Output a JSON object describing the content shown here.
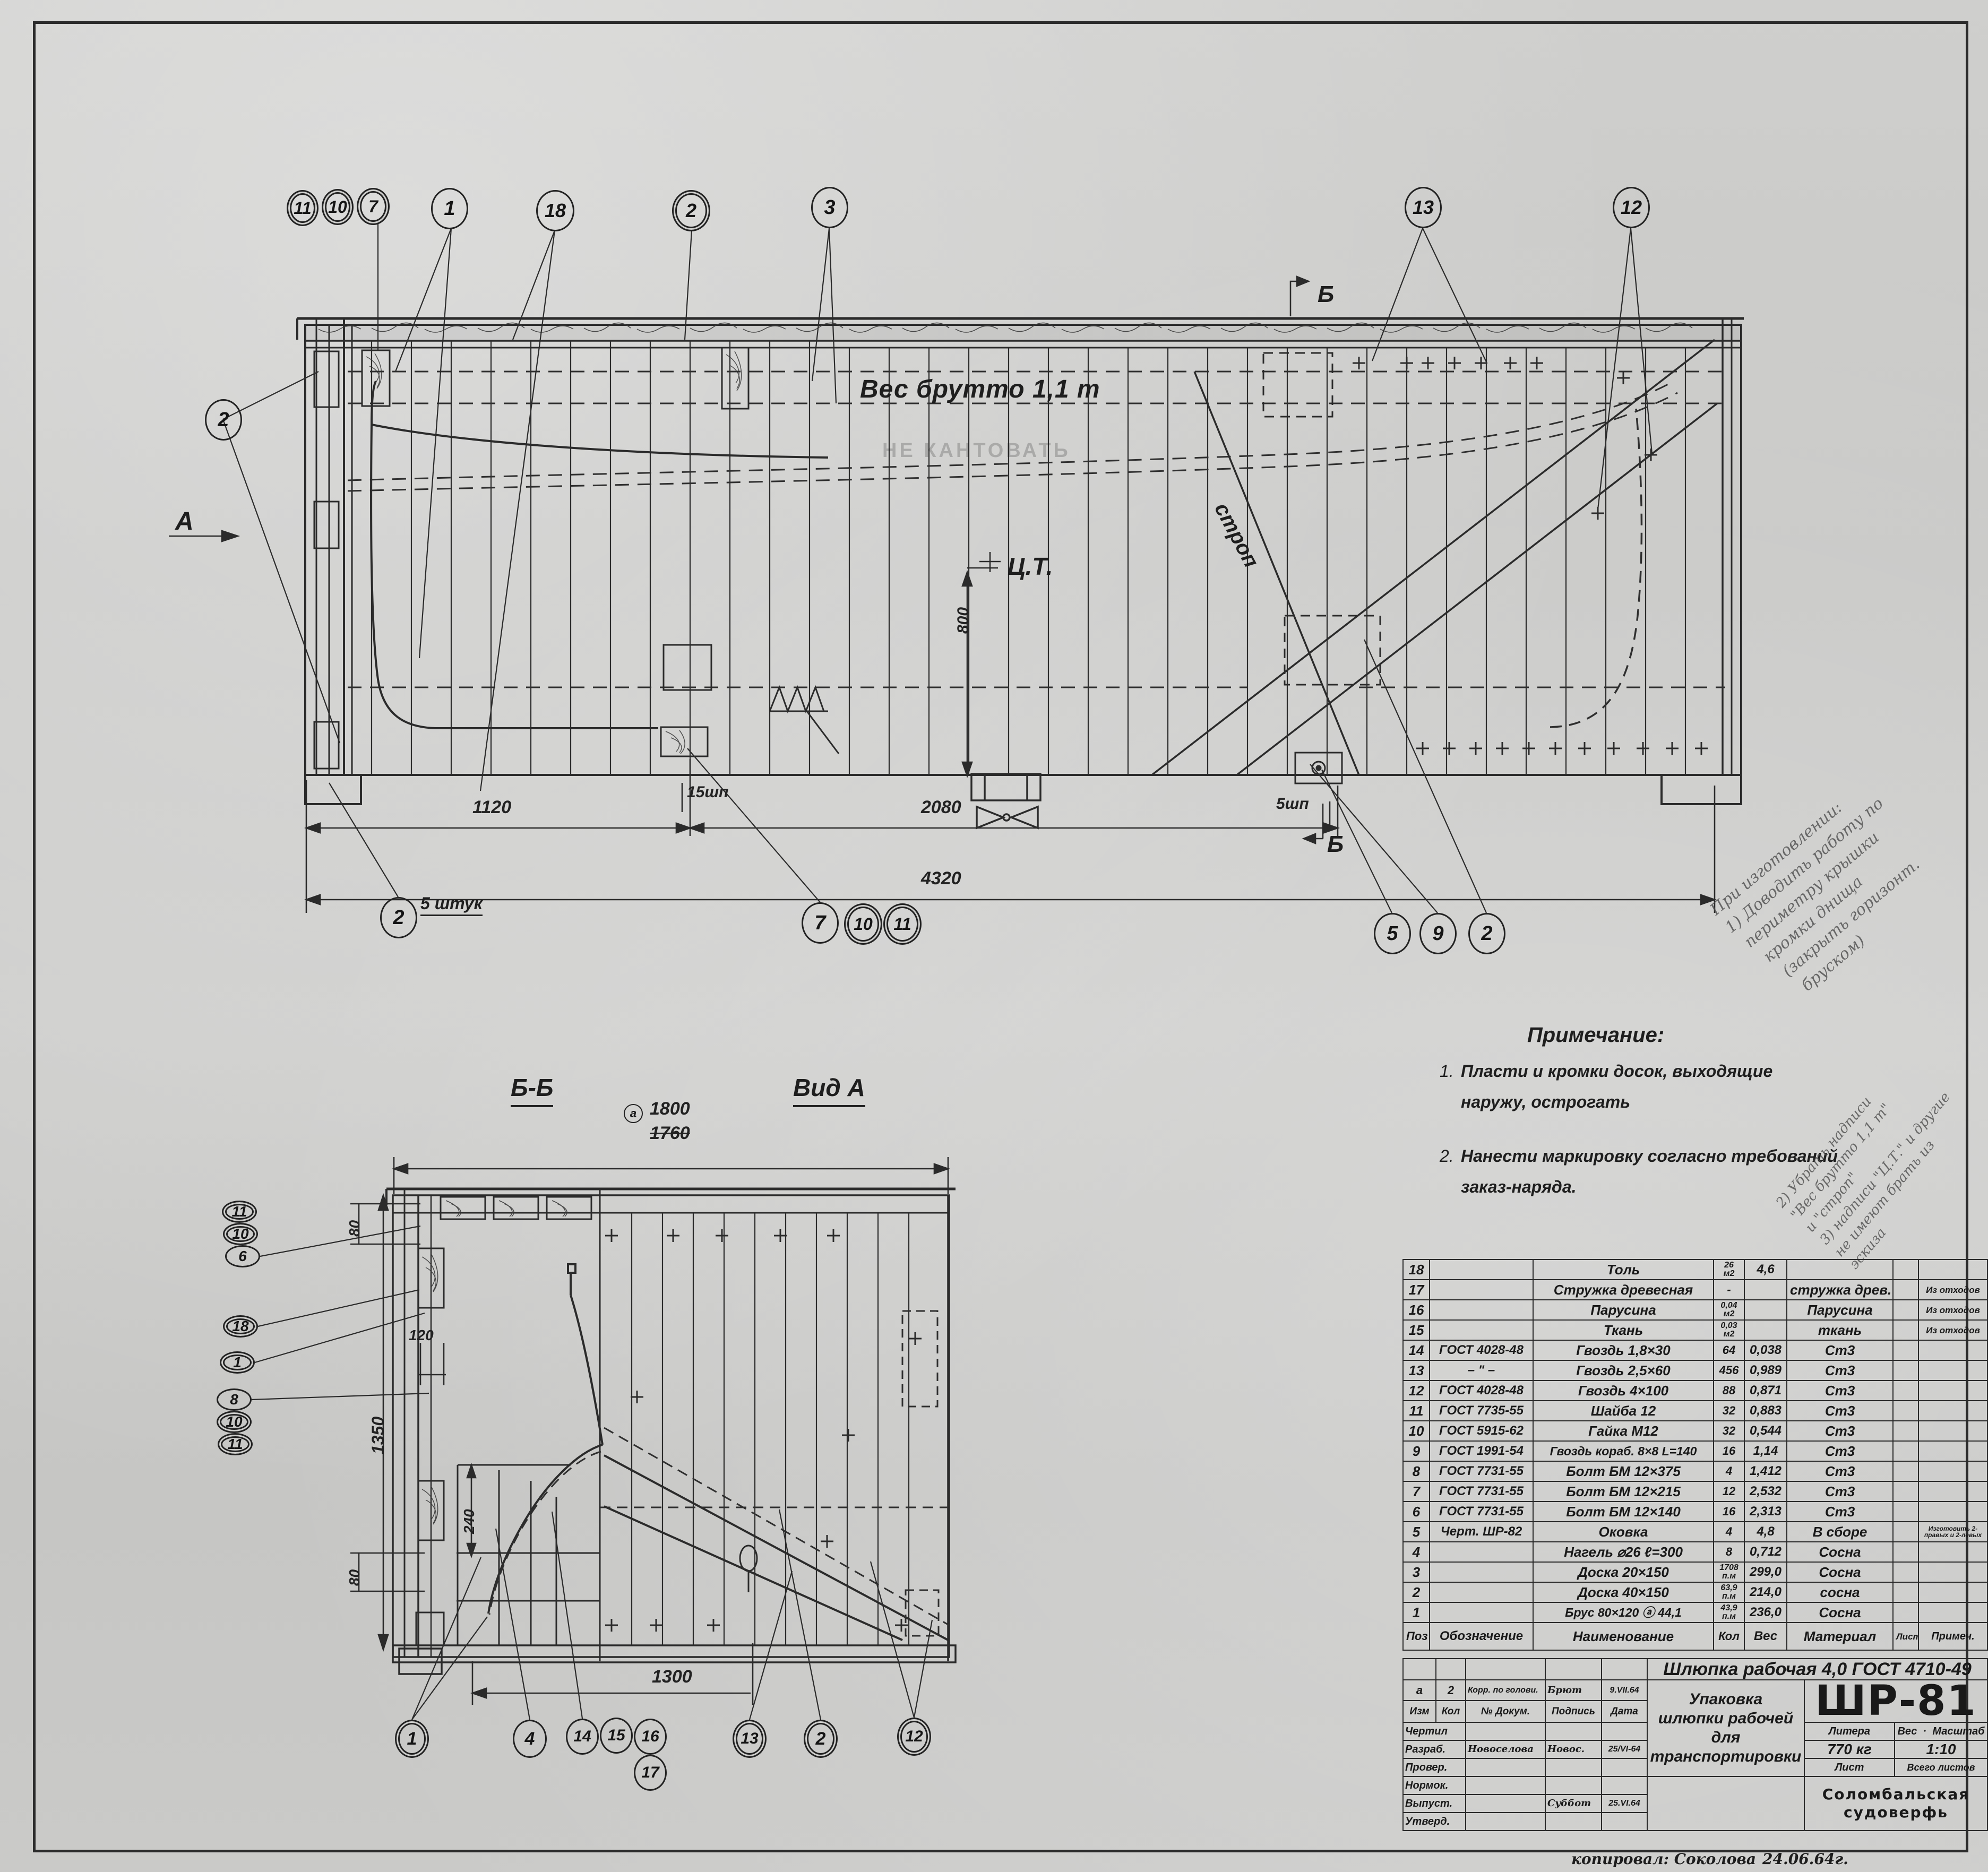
{
  "sheet": {
    "top_view": {
      "weight_label": "Вес брутто 1,1 т",
      "no_tilt_label": "НЕ КАНТОВАТЬ",
      "cg_label": "Ц.Т.",
      "sling_label": "строп",
      "section_arrow_b": "Б",
      "view_arrow_a": "А",
      "dims": {
        "d1120": "1120",
        "d2080": "2080",
        "d4320": "4320",
        "d800": "800",
        "frame15": "15шп",
        "frame5": "5шп"
      },
      "notes_callout": "5 штук",
      "balloons_top": [
        "11",
        "10",
        "7",
        "1",
        "18",
        "2",
        "3",
        "13",
        "12"
      ],
      "balloon_left": "2",
      "balloons_bottom": [
        "2",
        "7",
        "10",
        "11",
        "5",
        "9",
        "2"
      ]
    },
    "section_view": {
      "title_bb": "Б-Б",
      "title_vid_a": "Вид А",
      "dim_width_new": "1800",
      "dim_width_old": "1760",
      "dim_width_mark": "а",
      "dims": {
        "d80_top": "80",
        "d120": "120",
        "d1350": "1350",
        "d240": "240",
        "d80_bot": "80",
        "d1300": "1300"
      },
      "balloons_left": [
        "11",
        "10",
        "6",
        "18",
        "1",
        "8",
        "10",
        "11"
      ],
      "balloons_bottom": [
        "1",
        "4",
        "14",
        "15",
        "16",
        "17",
        "13",
        "2",
        "12"
      ]
    },
    "notes": {
      "heading": "Примечание:",
      "items": [
        {
          "num": "1.",
          "line1": "Пласти и кромки  досок, выходящие",
          "line2": "наружу, острогать"
        },
        {
          "num": "2.",
          "line1": "Нанести  маркировку согласно требований",
          "line2": "заказ-наряда."
        }
      ]
    },
    "pencil_notes": [
      "При изготовлении:",
      "1) Доводить работу по",
      "периметру крышки",
      "кромки  днища",
      "(закрыть  горизонт.",
      "бруском)",
      "2) Убрать надписи",
      "\"Вес брутто 1,1 т\"",
      "и \"строп\"",
      "3) надписи \"Ц.Т.\" и  другие",
      "не имеют  брать из",
      "эскиза"
    ],
    "spec_table": {
      "headers": {
        "pos": "Поз",
        "oboz": "Обозначение",
        "name": "Наименование",
        "kol": "Кол",
        "ves": "Вес",
        "mat": "Материал",
        "list": "Лист",
        "prim": "Примеч."
      },
      "rows": [
        {
          "pos": "18",
          "oboz": "",
          "name": "Толь",
          "kol": "26",
          "kol_unit": "м2",
          "ves": "4,6",
          "mat": "",
          "list": "",
          "prim": ""
        },
        {
          "pos": "17",
          "oboz": "",
          "name": "Стружка древесная",
          "kol": "-",
          "kol_unit": "",
          "ves": "",
          "mat": "стружка древ.",
          "list": "",
          "prim": "Из отходов"
        },
        {
          "pos": "16",
          "oboz": "",
          "name": "Парусина",
          "kol": "0,04",
          "kol_unit": "м2",
          "ves": "",
          "mat": "Парусина",
          "list": "",
          "prim": "Из отходов"
        },
        {
          "pos": "15",
          "oboz": "",
          "name": "Ткань",
          "kol": "0,03",
          "kol_unit": "м2",
          "ves": "",
          "mat": "ткань",
          "list": "",
          "prim": "Из отходов"
        },
        {
          "pos": "14",
          "oboz": "ГОСТ 4028-48",
          "name": "Гвоздь  1,8×30",
          "kol": "64",
          "kol_unit": "",
          "ves": "0,038",
          "mat": "Ст3",
          "list": "",
          "prim": ""
        },
        {
          "pos": "13",
          "oboz": "– \" –",
          "name": "Гвоздь  2,5×60",
          "kol": "456",
          "kol_unit": "",
          "ves": "0,989",
          "mat": "Ст3",
          "list": "",
          "prim": ""
        },
        {
          "pos": "12",
          "oboz": "ГОСТ 4028-48",
          "name": "Гвоздь  4×100",
          "kol": "88",
          "kol_unit": "",
          "ves": "0,871",
          "mat": "Ст3",
          "list": "",
          "prim": ""
        },
        {
          "pos": "11",
          "oboz": "ГОСТ 7735-55",
          "name": "Шайба 12",
          "kol": "32",
          "kol_unit": "",
          "ves": "0,883",
          "mat": "Ст3",
          "list": "",
          "prim": ""
        },
        {
          "pos": "10",
          "oboz": "ГОСТ 5915-62",
          "name": "Гайка  М12",
          "kol": "32",
          "kol_unit": "",
          "ves": "0,544",
          "mat": "Ст3",
          "list": "",
          "prim": ""
        },
        {
          "pos": "9",
          "oboz": "ГОСТ 1991-54",
          "name": "Гвоздь кораб. 8×8 L=140",
          "kol": "16",
          "kol_unit": "",
          "ves": "1,14",
          "mat": "Ст3",
          "list": "",
          "prim": ""
        },
        {
          "pos": "8",
          "oboz": "ГОСТ 7731-55",
          "name": "Болт  БМ 12×375",
          "kol": "4",
          "kol_unit": "",
          "ves": "1,412",
          "mat": "Ст3",
          "list": "",
          "prim": ""
        },
        {
          "pos": "7",
          "oboz": "ГОСТ 7731-55",
          "name": "Болт  БМ 12×215",
          "kol": "12",
          "kol_unit": "",
          "ves": "2,532",
          "mat": "Ст3",
          "list": "",
          "prim": ""
        },
        {
          "pos": "6",
          "oboz": "ГОСТ 7731-55",
          "name": "Болт  БМ 12×140",
          "kol": "16",
          "kol_unit": "",
          "ves": "2,313",
          "mat": "Ст3",
          "list": "",
          "prim": ""
        },
        {
          "pos": "5",
          "oboz": "Черт. ШР-82",
          "name": "Оковка",
          "kol": "4",
          "kol_unit": "",
          "ves": "4,8",
          "mat": "В сборе",
          "list": "",
          "prim": "Изготовить 2-правых и 2-левых"
        },
        {
          "pos": "4",
          "oboz": "",
          "name": "Нагель ⌀26 ℓ=300",
          "kol": "8",
          "kol_unit": "",
          "ves": "0,712",
          "mat": "Сосна",
          "list": "",
          "prim": ""
        },
        {
          "pos": "3",
          "oboz": "",
          "name": "Доска  20×150",
          "kol": "1708",
          "kol_unit": "п.м",
          "ves": "299,0",
          "mat": "Сосна",
          "list": "",
          "prim": ""
        },
        {
          "pos": "2",
          "oboz": "",
          "name": "Доска  40×150",
          "kol": "63,9",
          "kol_unit": "п.м",
          "ves": "214,0",
          "mat": "сосна",
          "list": "",
          "prim": ""
        },
        {
          "pos": "1",
          "oboz": "",
          "name": "Брус  80×120   ⓐ 44,1",
          "kol": "43,9",
          "kol_unit": "п.м",
          "ves": "236,0",
          "mat": "Сосна",
          "list": "",
          "prim": ""
        }
      ]
    },
    "title_block": {
      "product": "Шлюпка рабочая 4,0  ГОСТ 4710-49",
      "drawing_name_lines": [
        "Упаковка",
        "шлюпки рабочей",
        "для",
        "транспортировки"
      ],
      "code": "ШР-81",
      "litera_label": "Литера",
      "ves_label": "Вес",
      "masshtab_label": "Масштаб",
      "litera_value": "",
      "ves_value": "770 кг",
      "masshtab_value": "1:10",
      "list_label": "Лист",
      "vsego_label": "Всего листов",
      "list_value": "",
      "vsego_value": "",
      "firm_lines": [
        "Соломбальская",
        "судоверфь"
      ],
      "rev_row": {
        "izm": "а",
        "kol": "2",
        "dokum": "Корр. по голови.",
        "podpis": "Брют",
        "data": "9.VII.64"
      },
      "col_headers": {
        "izm": "Изм",
        "kol": "Кол",
        "dokum": "№ Докум.",
        "podpis": "Подпись",
        "data": "Дата"
      },
      "roles": [
        {
          "label": "Чертил",
          "name": "",
          "sign": "",
          "date": ""
        },
        {
          "label": "Разраб.",
          "name": "Новоселова",
          "sign": "Новос.",
          "date": "25/VI-64"
        },
        {
          "label": "Провер.",
          "name": "",
          "sign": "",
          "date": ""
        },
        {
          "label": "Нормок.",
          "name": "",
          "sign": "",
          "date": ""
        },
        {
          "label": "Выпуст.",
          "name": "",
          "sign": "Суббот",
          "date": "25.VI.64"
        },
        {
          "label": "Утверд.",
          "name": "",
          "sign": "",
          "date": ""
        }
      ],
      "copied_by": "копировал: Соколова",
      "copied_date": "24.06.64г."
    }
  }
}
